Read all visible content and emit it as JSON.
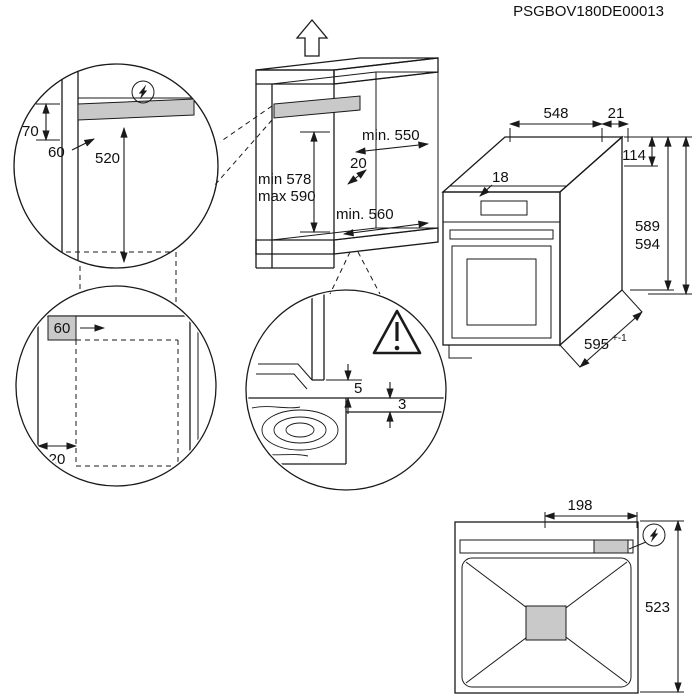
{
  "doc_code": "PSGBOV180DE00013",
  "colors": {
    "shade": "#c9c9c9",
    "line": "#1a1a1a",
    "background": "#ffffff"
  },
  "niche": {
    "dim_depth": "min. 550",
    "dim_gap": "20",
    "dim_height_min": "min 578",
    "dim_height_max": "max 590",
    "dim_width": "min. 560"
  },
  "detail_top": {
    "dim_70": "70",
    "dim_60": "60",
    "dim_520": "520"
  },
  "detail_side": {
    "dim_60": "60",
    "dim_20": "20"
  },
  "detail_gap": {
    "dim_5": "5",
    "dim_3": "3"
  },
  "oven": {
    "dim_548": "548",
    "dim_21": "21",
    "dim_18": "18",
    "dim_114": "114",
    "dim_589": "589",
    "dim_594": "594",
    "dim_595": "595",
    "dim_595_tol": "+-1"
  },
  "top_view": {
    "dim_198": "198",
    "dim_523": "523"
  },
  "icons": {
    "up_arrow": "up-arrow-icon",
    "electric": "electric-connection-icon",
    "warning": "warning-icon"
  }
}
